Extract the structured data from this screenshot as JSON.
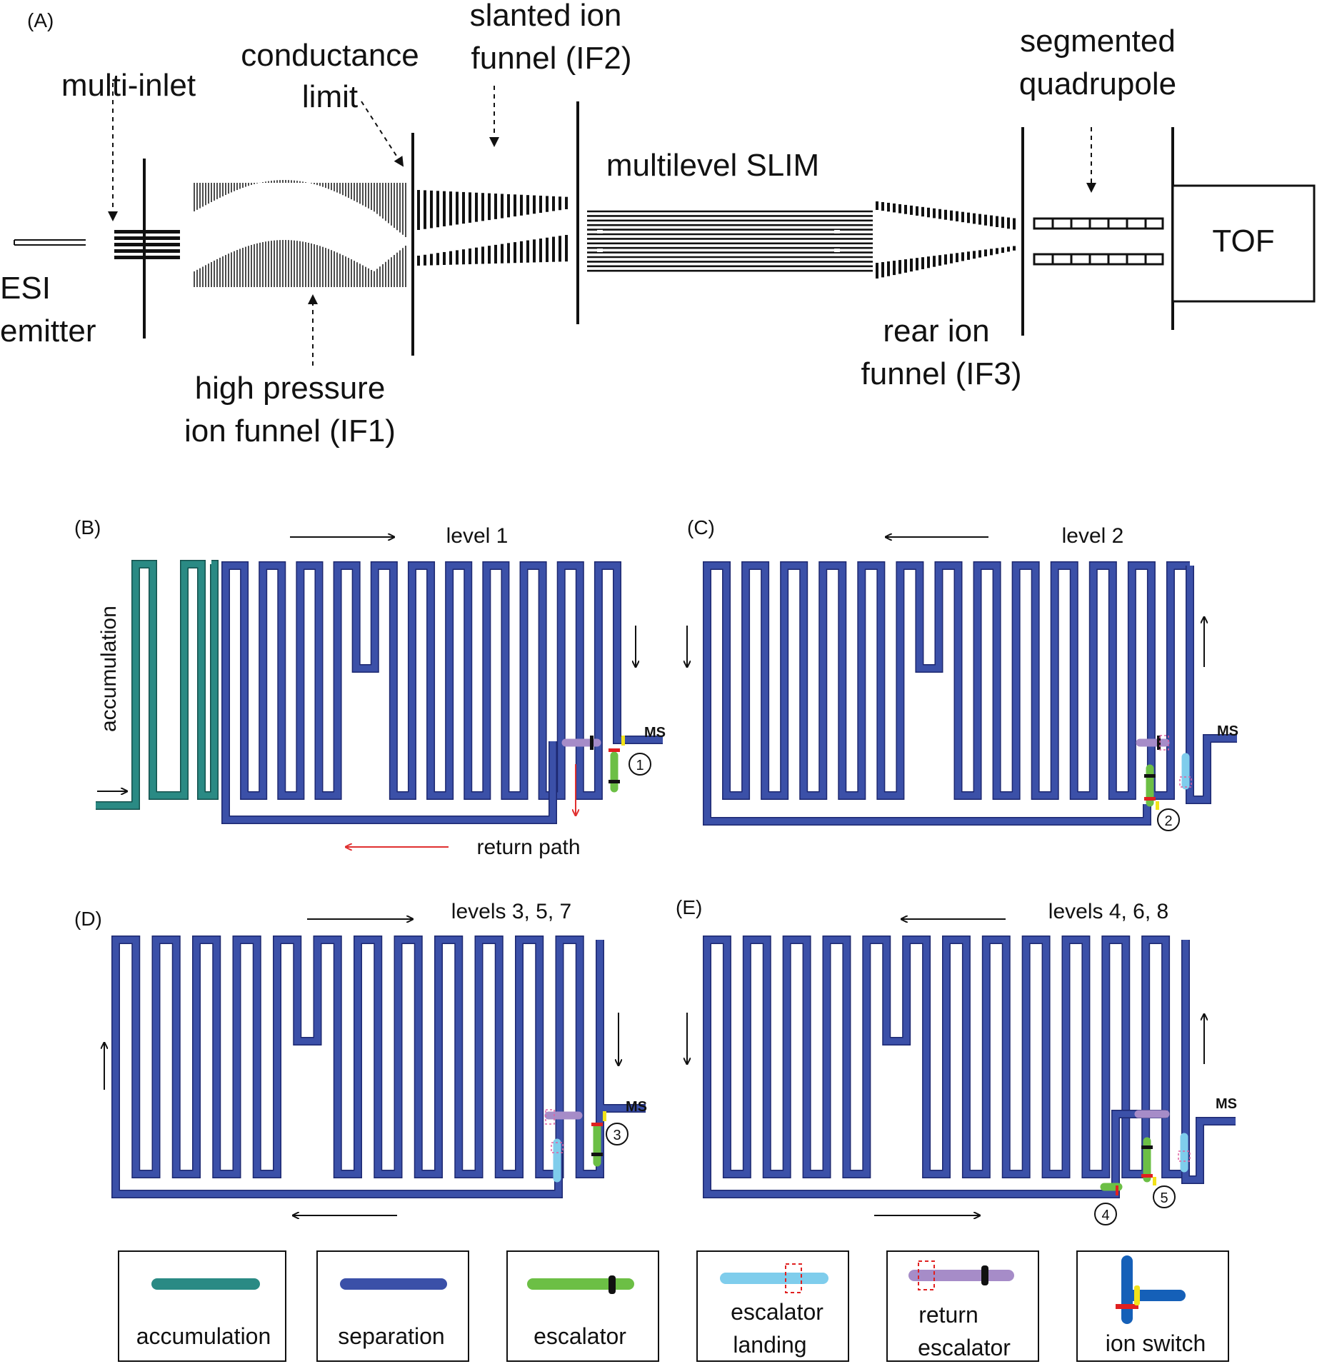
{
  "panel_a": {
    "tag": "(A)",
    "labels": {
      "multi_inlet": "multi-inlet",
      "conductance_1": "conductance",
      "conductance_2": "limit",
      "slanted_1": "slanted ion",
      "slanted_2": "funnel (IF2)",
      "segmented_1": "segmented",
      "segmented_2": "quadrupole",
      "slim": "multilevel SLIM",
      "tof": "TOF",
      "esi_1": "ESI",
      "esi_2": "emitter",
      "hpif_1": "high pressure",
      "hpif_2": "ion funnel (IF1)",
      "rear_1": "rear ion",
      "rear_2": "funnel (IF3)"
    }
  },
  "panel_b": {
    "tag": "(B)",
    "title": "level 1",
    "accumulation": "accumulation",
    "return_path": "return path",
    "ms": "MS",
    "marker": "1"
  },
  "panel_c": {
    "tag": "(C)",
    "title": "level 2",
    "ms": "MS",
    "marker": "2"
  },
  "panel_d": {
    "tag": "(D)",
    "title": "levels 3, 5, 7",
    "ms": "MS",
    "marker": "3"
  },
  "panel_e": {
    "tag": "(E)",
    "title": "levels 4, 6, 8",
    "ms": "MS",
    "marker_a": "4",
    "marker_b": "5"
  },
  "legend": {
    "accumulation": "accumulation",
    "separation": "separation",
    "escalator": "escalator",
    "escalator_landing_1": "escalator",
    "escalator_landing_2": "landing",
    "return_escalator_1": "return",
    "return_escalator_2": "escalator",
    "ion_switch": "ion switch"
  },
  "colors": {
    "separation": "#3b50a8",
    "accumulation": "#2a8a84",
    "escalator": "#6cbf45",
    "escalator_landing": "#7fcdec",
    "return_escalator": "#a68cc8",
    "switch_red": "#e02020",
    "switch_yellow": "#f2e21a",
    "return_arrow": "#e03030"
  }
}
